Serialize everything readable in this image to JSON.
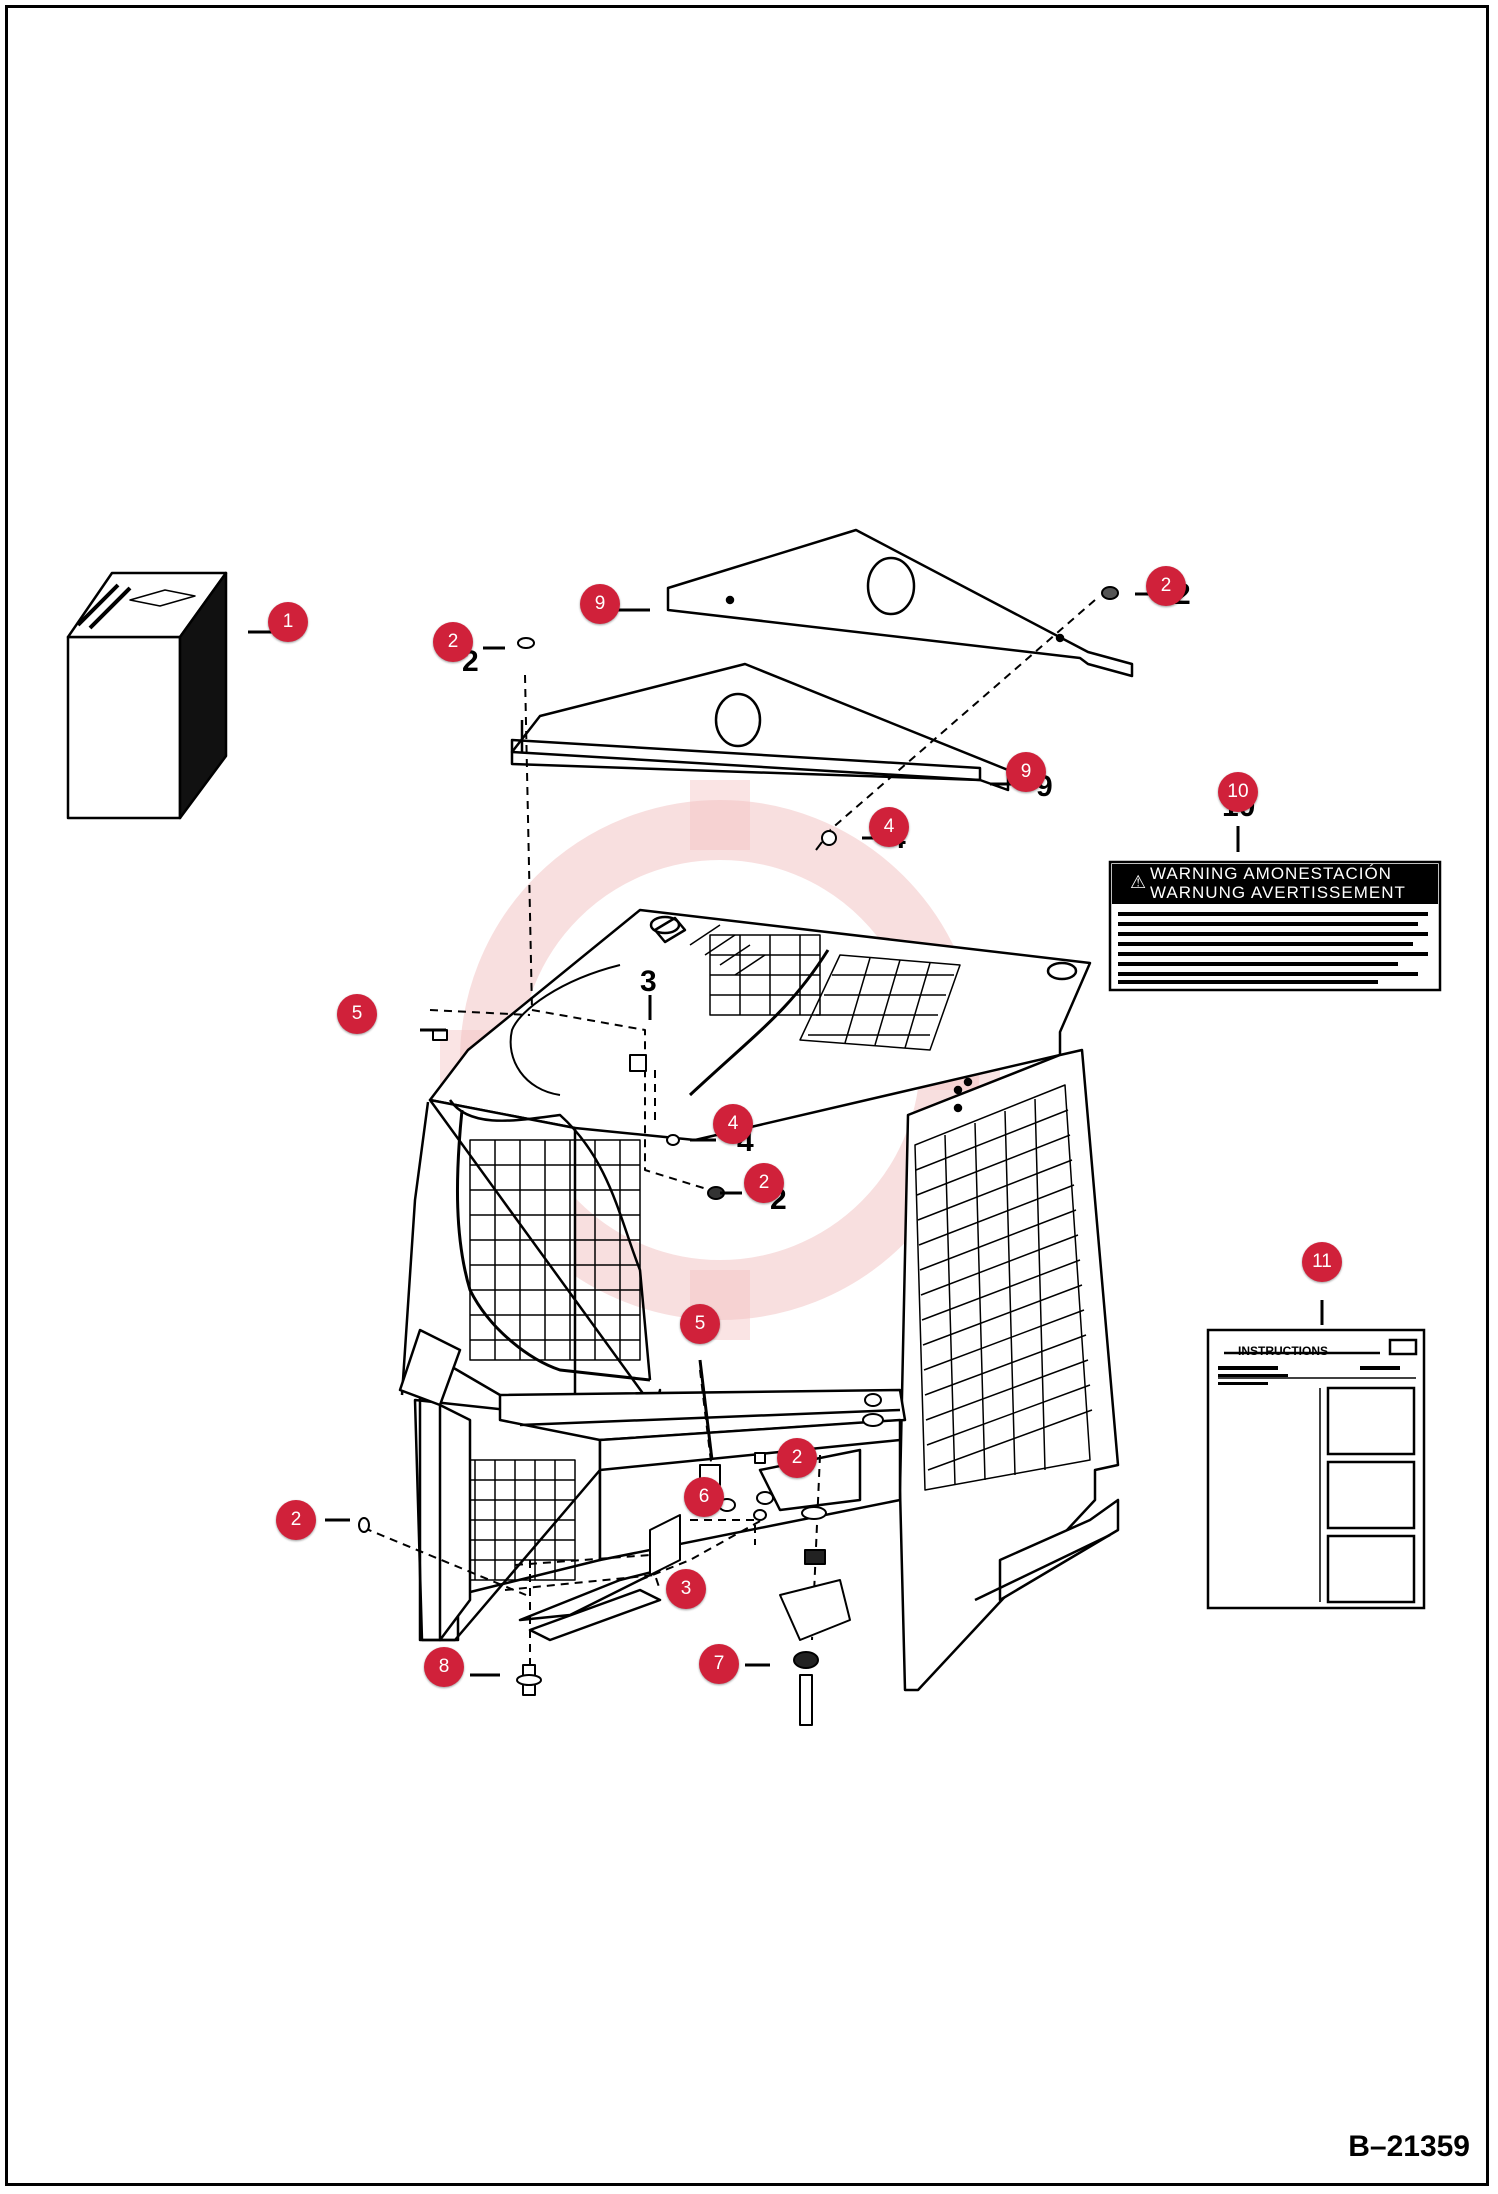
{
  "diagram": {
    "reference": "B–21359",
    "decal_warning_lines": [
      "WARNING AMONESTACIÓN",
      "WARNUNG AVERTISSEMENT"
    ],
    "decal_instructions_title": "INSTRUCTIONS",
    "callouts": [
      "1",
      "2",
      "2",
      "2",
      "2",
      "2",
      "2",
      "3",
      "3",
      "4",
      "4",
      "5",
      "5",
      "6",
      "7",
      "8",
      "9",
      "9",
      "10",
      "11"
    ],
    "printed_numbers": [
      "3",
      "4",
      "4",
      "2",
      "2",
      "2",
      "9",
      "10"
    ],
    "colors": {
      "callout": "#d0213a",
      "line": "#000000",
      "watermark": "#f3c4c4"
    }
  }
}
